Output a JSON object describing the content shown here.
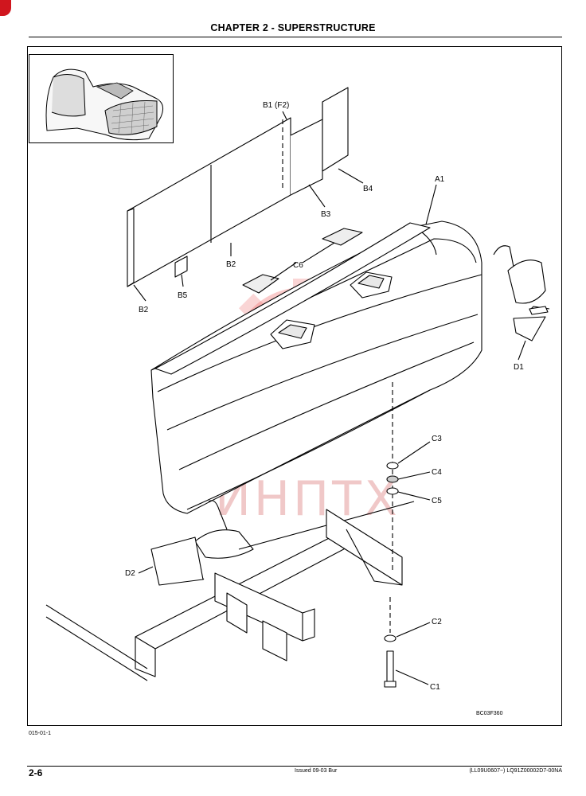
{
  "header": {
    "chapter_title": "CHAPTER 2 - SUPERSTRUCTURE"
  },
  "figure": {
    "figure_id": "BC03F360",
    "callouts": {
      "b1": "B1 (F2)",
      "b2_upper": "B2",
      "b2_lower": "B2",
      "b3": "B3",
      "b4": "B4",
      "b5": "B5",
      "a1": "A1",
      "c6": "C6",
      "d1": "D1",
      "d2": "D2",
      "c3": "C3",
      "c4": "C4",
      "c5": "C5",
      "c2": "C2",
      "c1": "C1"
    }
  },
  "footer": {
    "doc_ref": "015-01-1",
    "page_number": "2-6",
    "issued": "Issued 09-03   Bur",
    "part_number": "(LL09U0607~)   LQ91Z00002D7-00NA"
  },
  "colors": {
    "corner_tab": "#d0161e",
    "watermark": "#f0c8c8"
  }
}
